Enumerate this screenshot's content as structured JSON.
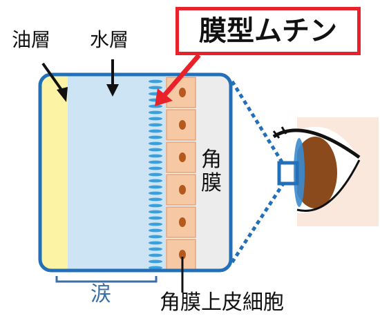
{
  "labels": {
    "oil_layer": "油層",
    "water_layer": "水層",
    "mucin": "膜型ムチン",
    "cornea": "角膜",
    "tears": "涙",
    "corneal_epithelial_cells": "角膜上皮細胞"
  },
  "colors": {
    "frame": "#2470b8",
    "oil_layer": "#fcf4a4",
    "water_layer": "#cde4f4",
    "mucin": "#3aa0dc",
    "epithelial_cell": "#f6c8a4",
    "nucleus": "#b55a1e",
    "cornea_area": "#ececec",
    "mucin_box_border": "#e8212b",
    "iris": "#8a4a1c",
    "skin": "#fbe8dc",
    "tears_bracket": "#3a6ea5"
  }
}
